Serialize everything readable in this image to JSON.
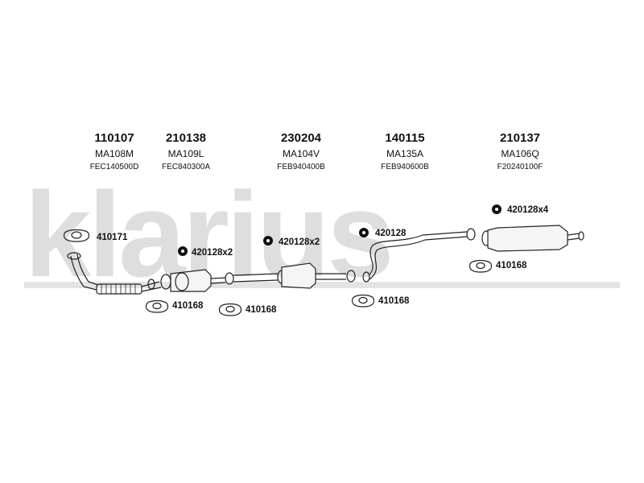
{
  "watermark": "klarius",
  "parts": [
    {
      "number": "110107",
      "code": "MA108M",
      "ref": "FEC140500D"
    },
    {
      "number": "210138",
      "code": "MA109L",
      "ref": "FEC840300A"
    },
    {
      "number": "230204",
      "code": "MA104V",
      "ref": "FEB940400B"
    },
    {
      "number": "140115",
      "code": "MA135A",
      "ref": "FEB940600B"
    },
    {
      "number": "210137",
      "code": "MA106Q",
      "ref": "F20240100F"
    }
  ],
  "fittings": {
    "gasket_top": "410171",
    "hanger_1": "420128x2",
    "hanger_2": "420128x2",
    "hanger_3": "420128",
    "hanger_4": "420128x4",
    "gasket_1": "410168",
    "gasket_2": "410168",
    "gasket_3": "410168",
    "gasket_4": "410168"
  },
  "colors": {
    "watermark": "#dedede",
    "line": "#222222"
  }
}
